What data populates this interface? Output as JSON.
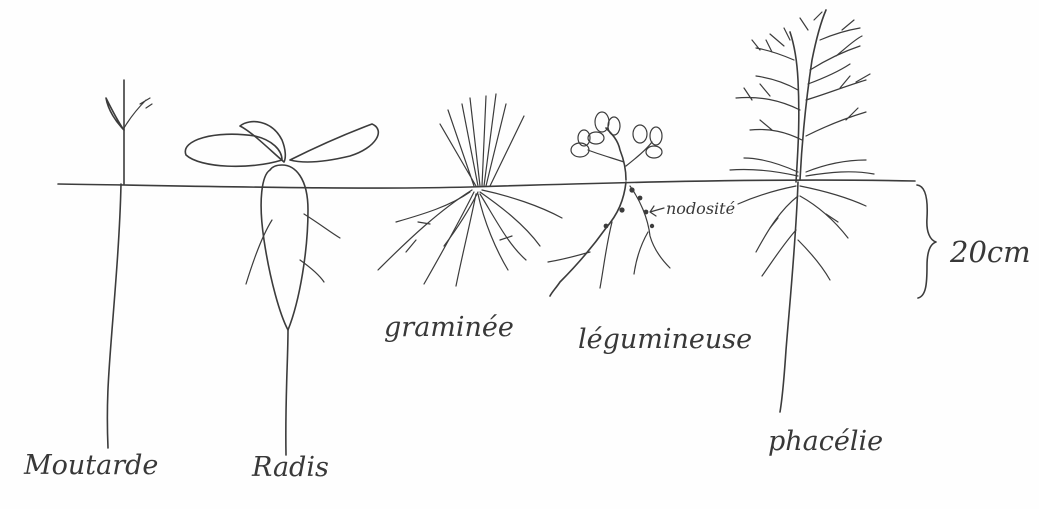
{
  "plants": [
    {
      "id": "moutarde",
      "label": "Moutarde"
    },
    {
      "id": "radis",
      "label": "Radis"
    },
    {
      "id": "graminee",
      "label": "graminée"
    },
    {
      "id": "legumineuse",
      "label": "légumineuse"
    },
    {
      "id": "phacelie",
      "label": "phacélie"
    }
  ],
  "annotations": {
    "nodosite": "nodosité",
    "depth": "20cm"
  },
  "colors": {
    "ink": "#3c3c3c",
    "paper": "#fefefe"
  }
}
